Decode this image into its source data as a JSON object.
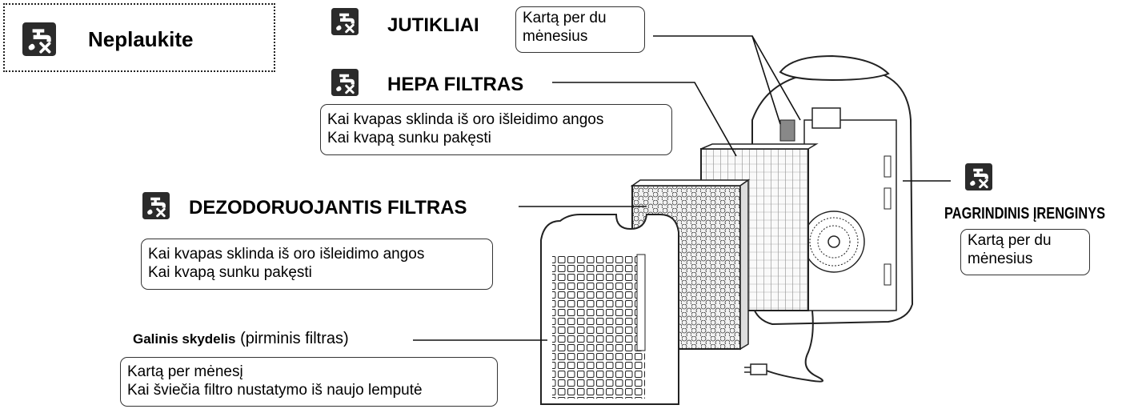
{
  "legend": {
    "icon": "no-wash-icon",
    "label": "Neplaukite"
  },
  "parts": {
    "sensors": {
      "icon": "no-wash-icon",
      "title": "JUTIKLIAI",
      "notes": [
        "Kartą per du",
        "mėnesius"
      ]
    },
    "hepa": {
      "icon": "no-wash-icon",
      "title": "HEPA FILTRAS",
      "notes": [
        "Kai kvapas sklinda iš oro išleidimo angos",
        "Kai kvapą sunku pakęsti"
      ]
    },
    "deodorizing": {
      "icon": "no-wash-icon",
      "title": "DEZODORUOJANTIS FILTRAS",
      "notes": [
        "Kai kvapas sklinda iš oro išleidimo angos",
        "Kai kvapą sunku pakęsti"
      ]
    },
    "main_unit": {
      "icon": "no-wash-icon",
      "title": "PAGRINDINIS ĮRENGINYS",
      "notes": [
        "Kartą per du",
        "mėnesius"
      ]
    },
    "back_panel": {
      "title_bold": "Galinis skydelis",
      "title_rest": "(pirminis filtras)",
      "notes": [
        "Kartą per mėnesį",
        "Kai šviečia filtro nustatymo iš naujo lemputė"
      ]
    }
  },
  "colors": {
    "line": "#111111",
    "icon_fill": "#2b2b2b",
    "device_fill": "#ffffff",
    "filter_fill": "#e8e8e8"
  }
}
